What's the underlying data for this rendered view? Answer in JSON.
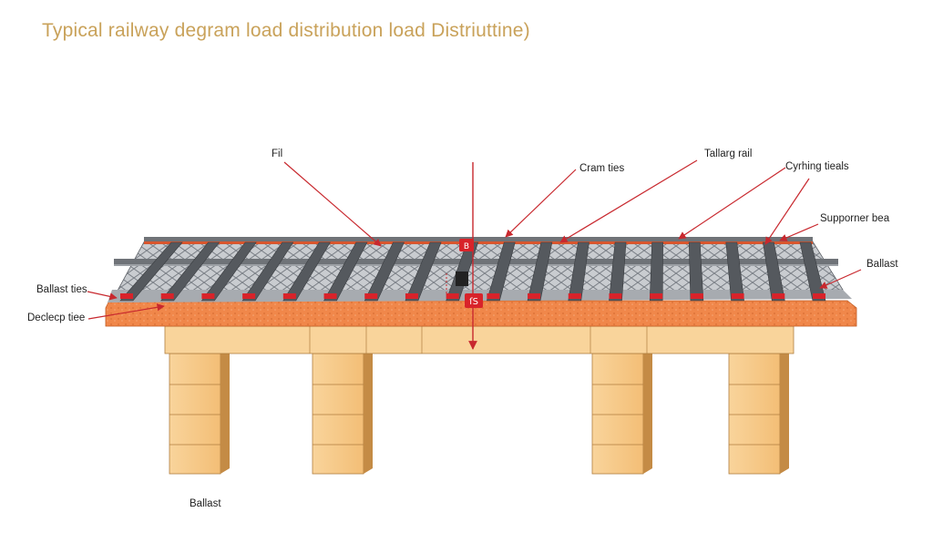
{
  "title": "Typical railway degram load distribution load Distriuttine)",
  "labels": {
    "fil": "Fil",
    "cram_ties": "Cram ties",
    "tallarg_rail": "Tallarg rail",
    "cyrhing_tieals": "Cyrhing tieals",
    "supporner_bea": "Supporner bea",
    "ballast_right": "Ballast",
    "ballast_ties": "Ballast ties",
    "declecp_tiee": "Declecp tiee",
    "ballast_bottom": "Ballast"
  },
  "markers": {
    "top": "B",
    "bottom": "ſS"
  },
  "colors": {
    "title": "#c9a25a",
    "arrow": "#c8282e",
    "ballast": "#f0874a",
    "block": "#f7c98a",
    "rail": "#6f7378"
  }
}
